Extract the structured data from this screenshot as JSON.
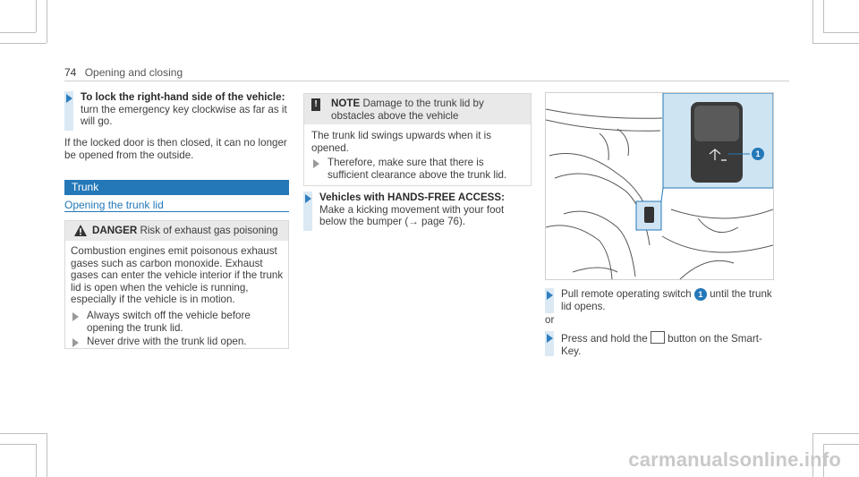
{
  "header": {
    "page_number": "74",
    "chapter": "Opening and closing"
  },
  "col1": {
    "step1_bold": "To lock the right-hand side of the vehicle:",
    "step1_rest": " turn the emergency key clockwise as far as it will go.",
    "para": "If the locked door is then closed, it can no longer be opened from the outside.",
    "section_title": "Trunk",
    "subsection_title": "Opening the trunk lid",
    "danger": {
      "label": "DANGER",
      "title": "Risk of exhaust gas poisoning",
      "body": "Combustion engines emit poisonous exhaust gases such as carbon monoxide. Exhaust gases can enter the vehicle interior if the trunk lid is open when the vehicle is running, especially if the vehicle is in motion.",
      "bullet1": "Always switch off the vehicle before opening the trunk lid.",
      "bullet2": "Never drive with the trunk lid open."
    }
  },
  "col2": {
    "note": {
      "label": "NOTE",
      "title": "Damage to the trunk lid by obstacles above the vehicle",
      "body": "The trunk lid swings upwards when it is opened.",
      "bullet": "Therefore, make sure that there is sufficient clearance above the trunk lid."
    },
    "step_bold": "Vehicles with HANDS-FREE ACCESS:",
    "step_rest": " Make a kicking movement with your foot below the bumper (→ page 76)."
  },
  "col3": {
    "callout_number": "1",
    "step1_pre": "Pull remote operating switch ",
    "step1_post": " until the trunk lid opens.",
    "or": "or",
    "step2_pre": "Press and hold the ",
    "step2_post": " button on the Smart-Key."
  },
  "watermark": "carmanualsonline.info",
  "colors": {
    "accent": "#2478b8",
    "step_bar": "#dbe9f5",
    "figure_highlight": "#cfe4f3"
  }
}
